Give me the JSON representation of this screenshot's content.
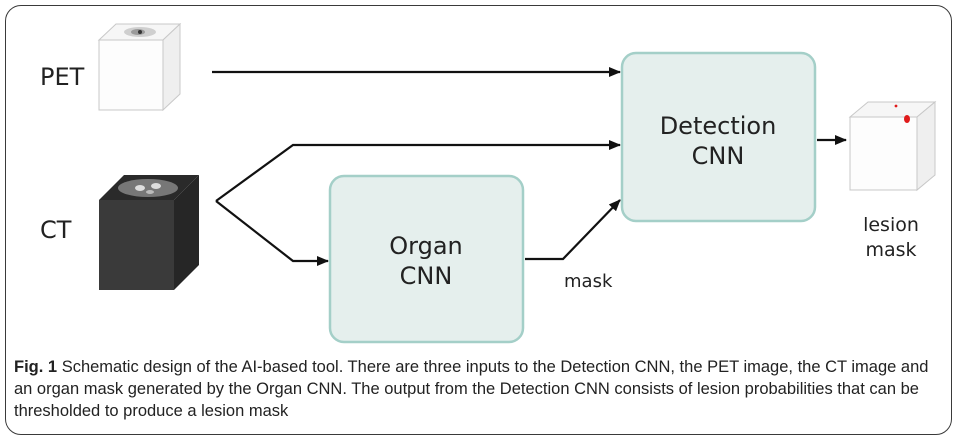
{
  "inputs": {
    "pet": "PET",
    "ct": "CT"
  },
  "organ_cnn": {
    "line1": "Organ",
    "line2": "CNN"
  },
  "detection_cnn": {
    "line1": "Detection",
    "line2": "CNN"
  },
  "mask_label": "mask",
  "output": {
    "line1": "lesion",
    "line2": "mask"
  },
  "caption": {
    "label": "Fig. 1",
    "text": "Schematic design of the AI-based tool. There are three inputs to the Detection CNN, the PET image, the CT image and an organ mask generated by the Organ CNN. The output from the Detection CNN consists of lesion probabilities that can be thresholded to produce a lesion mask"
  },
  "colors": {
    "box_fill": "#e5efed",
    "box_stroke": "#a4cfc8",
    "lesion": "#e01b1b"
  }
}
